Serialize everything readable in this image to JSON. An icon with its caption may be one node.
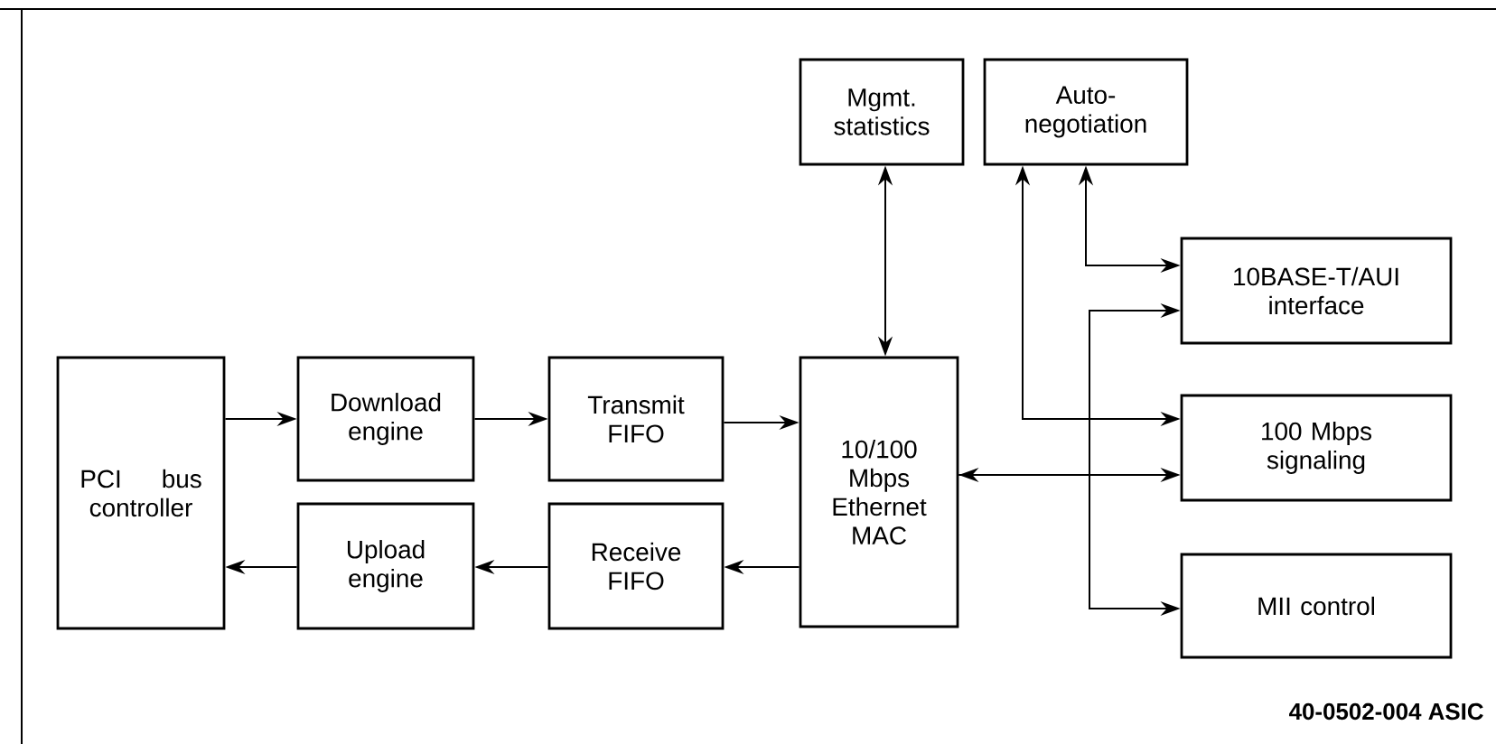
{
  "diagram": {
    "nodes": [
      {
        "text": [
          "Mgmt. statistics"
        ]
      },
      {
        "text": [
          "Auto- negotiation"
        ]
      },
      {
        "text": [
          "10BASE-T/AUI interface"
        ]
      },
      {
        "text": [
          "PCI bus controller"
        ]
      },
      {
        "text": [
          "Download engine"
        ]
      },
      {
        "text": [
          "Transmit FIFO"
        ]
      },
      {
        "text": [
          "10/100 Mbps Ethernet MAC"
        ]
      },
      {
        "text": [
          "100 Mbps signaling"
        ]
      },
      {
        "text": [
          "Upload engine"
        ]
      },
      {
        "text": [
          "Receive FIFO"
        ]
      },
      {
        "text": [
          "MII control"
        ]
      }
    ],
    "edges": [
      {
        "from": 3,
        "to": 4,
        "arrow": "to"
      },
      {
        "from": 4,
        "to": 5,
        "arrow": "to"
      },
      {
        "from": 5,
        "to": 6,
        "arrow": "to"
      },
      {
        "from": 6,
        "to": 9,
        "arrow": "to"
      },
      {
        "from": 9,
        "to": 8,
        "arrow": "to"
      },
      {
        "from": 8,
        "to": 3,
        "arrow": "to"
      },
      {
        "from": 0,
        "to": 6,
        "arrow": "both"
      },
      {
        "from": 6,
        "to": 7,
        "arrow": "both"
      },
      {
        "from": 6,
        "to": 2,
        "arrow": "to"
      },
      {
        "from": 6,
        "to": 10,
        "arrow": "to"
      },
      {
        "from": 1,
        "to": 7,
        "arrow": "both"
      },
      {
        "from": 1,
        "to": 2,
        "arrow": "both"
      }
    ],
    "labels": [
      "40-0502-004 ASIC"
    ]
  }
}
